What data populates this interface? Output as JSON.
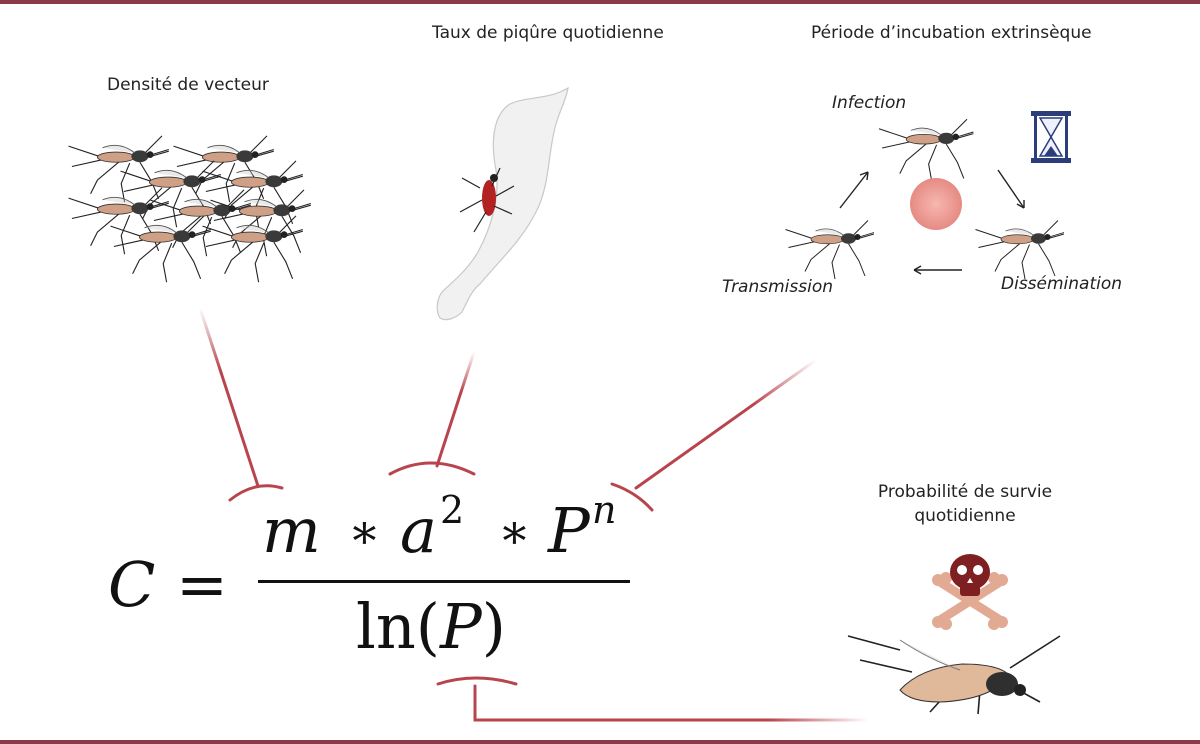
{
  "labels": {
    "vector_density": "Densité de vecteur",
    "biting_rate": "Taux de piqûre quotidienne",
    "extrinsic_incubation": "Période d’incubation extrinsèque",
    "survival": [
      "Probabilité de survie",
      "quotidienne"
    ]
  },
  "cycle": {
    "infection": "Infection",
    "dissemination": "Dissémination",
    "transmission": "Transmission"
  },
  "formula": {
    "lhs": "C",
    "equals": "=",
    "m": "m",
    "times": "∗",
    "a": "a",
    "a_exp": "2",
    "P": "P",
    "P_exp": "n",
    "ln": "ln",
    "open_paren": "(",
    "close_paren": ")"
  },
  "colors": {
    "frame": "#8a3b47",
    "connector": "#b8454d",
    "hourglass": "#2c3e7a",
    "skull": "#7e1f22",
    "crossbones": "#e2a993"
  }
}
